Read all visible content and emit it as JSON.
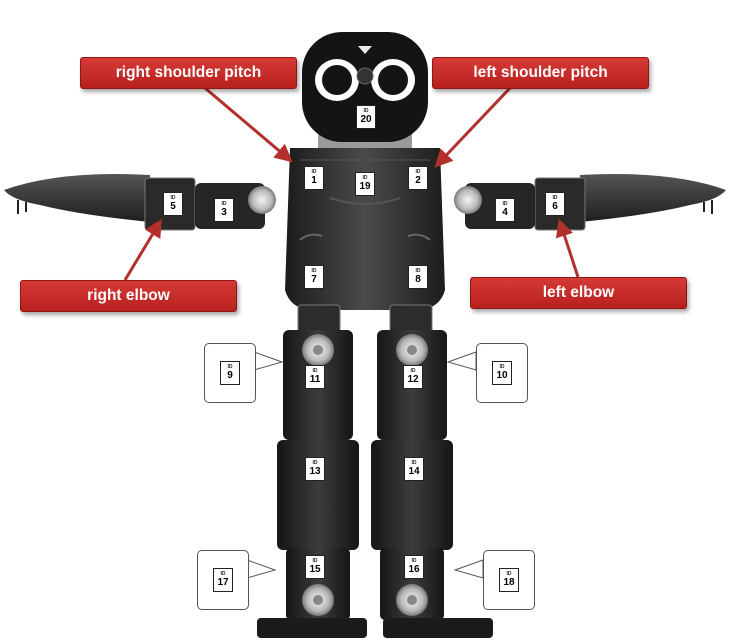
{
  "callouts": {
    "right_shoulder_pitch": "right shoulder pitch",
    "left_shoulder_pitch": "left shoulder pitch",
    "right_elbow": "right elbow",
    "left_elbow": "left elbow"
  },
  "id_label": "ID",
  "servos": {
    "s1": "1",
    "s2": "2",
    "s3": "3",
    "s4": "4",
    "s5": "5",
    "s6": "6",
    "s7": "7",
    "s8": "8",
    "s9": "9",
    "s10": "10",
    "s11": "11",
    "s12": "12",
    "s13": "13",
    "s14": "14",
    "s15": "15",
    "s16": "16",
    "s17": "17",
    "s18": "18",
    "s19": "19",
    "s20": "20"
  },
  "colors": {
    "callout_red": "#c62a27",
    "arrow_red": "#b3302d",
    "robot_body": "#2b2b2b"
  }
}
